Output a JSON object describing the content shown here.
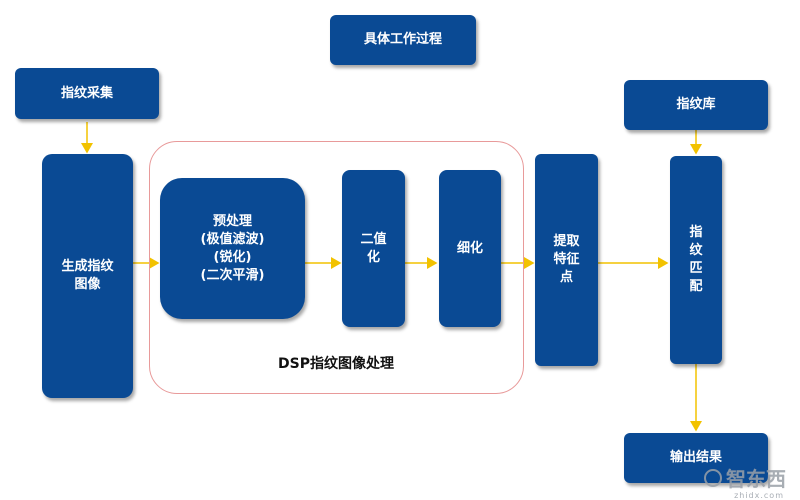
{
  "diagram": {
    "title": "具体工作过程",
    "nodes": {
      "fingerprint_capture": "指纹采集",
      "generate_image": "生成指纹\n图像",
      "preprocess": "预处理\n(极值滤波)\n(锐化)\n(二次平滑)",
      "binarize": "二值\n化",
      "thinning": "细化",
      "extract_features": "提取\n特征\n点",
      "fingerprint_db": "指纹库",
      "fingerprint_match": "指\n纹\n匹\n配",
      "output": "输出结果"
    },
    "group_label": "DSP指纹图像处理"
  },
  "colors": {
    "box": "#0a4a94",
    "arrow": "#f2c200",
    "group_border": "#e89a9a"
  },
  "watermark": {
    "text": "智东西",
    "sub": "zhidx.com"
  }
}
